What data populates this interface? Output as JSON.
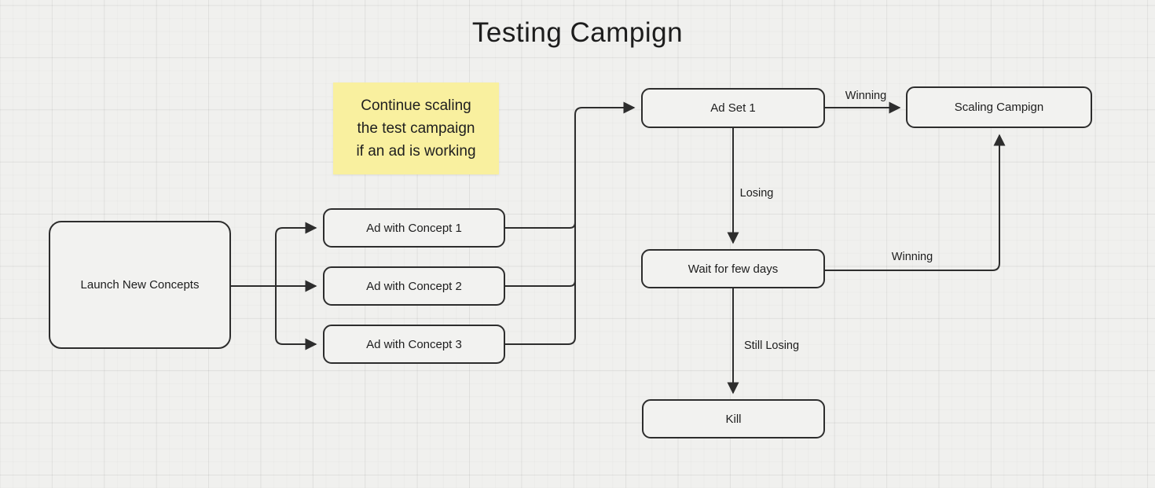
{
  "title": "Testing Campign",
  "sticky_note": {
    "line1": "Continue scaling",
    "line2": "the test campaign",
    "line3": "if an ad is working"
  },
  "nodes": {
    "launch": "Launch New Concepts",
    "concept1": "Ad with Concept 1",
    "concept2": "Ad with Concept 2",
    "concept3": "Ad with Concept 3",
    "adset": "Ad Set 1",
    "scaling": "Scaling Campign",
    "wait": "Wait for few days",
    "kill": "Kill"
  },
  "edge_labels": {
    "adset_to_scaling": "Winning",
    "adset_to_wait": "Losing",
    "wait_to_scaling": "Winning",
    "wait_to_kill": "Still Losing"
  },
  "colors": {
    "canvas_bg": "#f0f0ee",
    "stroke": "#2d2d2d",
    "node_fill": "#f2f2f0",
    "note_bg": "#f9f09f",
    "text": "#1d1d1d"
  }
}
